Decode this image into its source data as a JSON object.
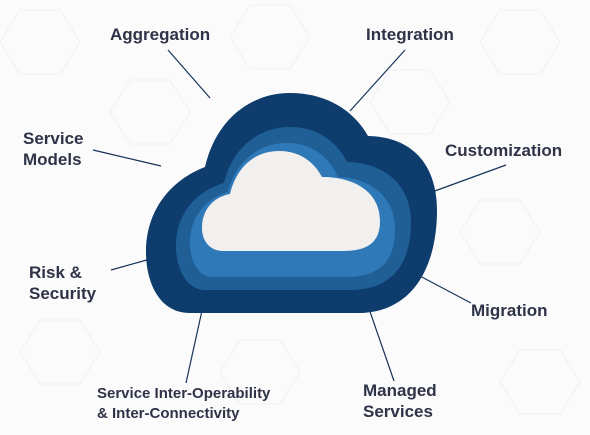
{
  "diagram": {
    "title": "",
    "center": {
      "icon": "cloud-icon"
    },
    "labels": {
      "aggregation": [
        "Aggregation"
      ],
      "integration": [
        "Integration"
      ],
      "service_models": [
        "Service",
        "Models"
      ],
      "customization": [
        "Customization"
      ],
      "risk_security": [
        "Risk &",
        "Security"
      ],
      "migration": [
        "Migration"
      ],
      "interop": [
        "Service Inter-Operability",
        "& Inter-Connectivity"
      ],
      "managed_services": [
        "Managed",
        "Services"
      ]
    }
  },
  "colors": {
    "cloud_outer": "#0d3c6d",
    "cloud_mid": "#1f5f96",
    "cloud_inner": "#2f79b8",
    "cloud_core": "#f1f0ef",
    "connector": "#173457",
    "label_text": "#2f3347"
  }
}
